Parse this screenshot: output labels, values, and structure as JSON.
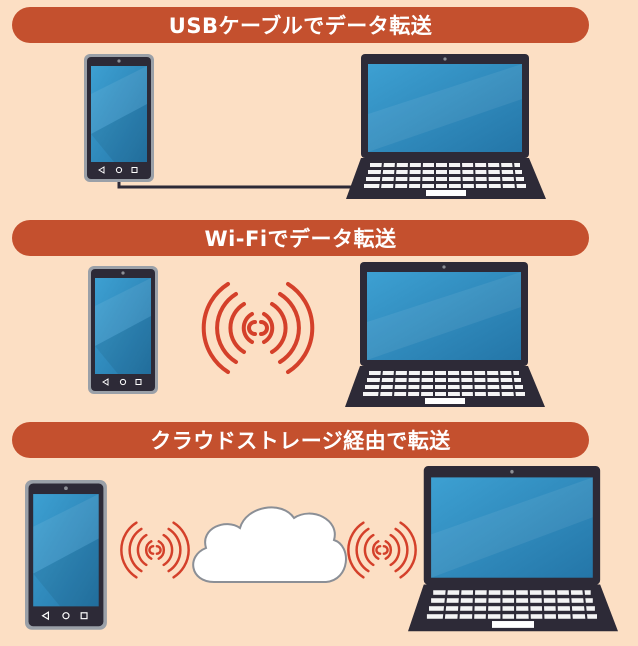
{
  "sections": [
    {
      "title": "USBケーブルでデータ転送"
    },
    {
      "title": "Wi-Fiでデータ転送"
    },
    {
      "title": "クラウドストレージ経由で転送"
    }
  ],
  "colors": {
    "background": "#fcdfc4",
    "banner": "#c4502e",
    "banner_text": "#ffffff",
    "device_frame": "#2d2a37",
    "screen": "#2a86b8",
    "signal_waves": "#d4402a",
    "cloud": "#ffffff"
  },
  "icons": [
    "smartphone-icon",
    "laptop-icon",
    "usb-cable-icon",
    "wifi-signal-icon",
    "cloud-icon"
  ]
}
